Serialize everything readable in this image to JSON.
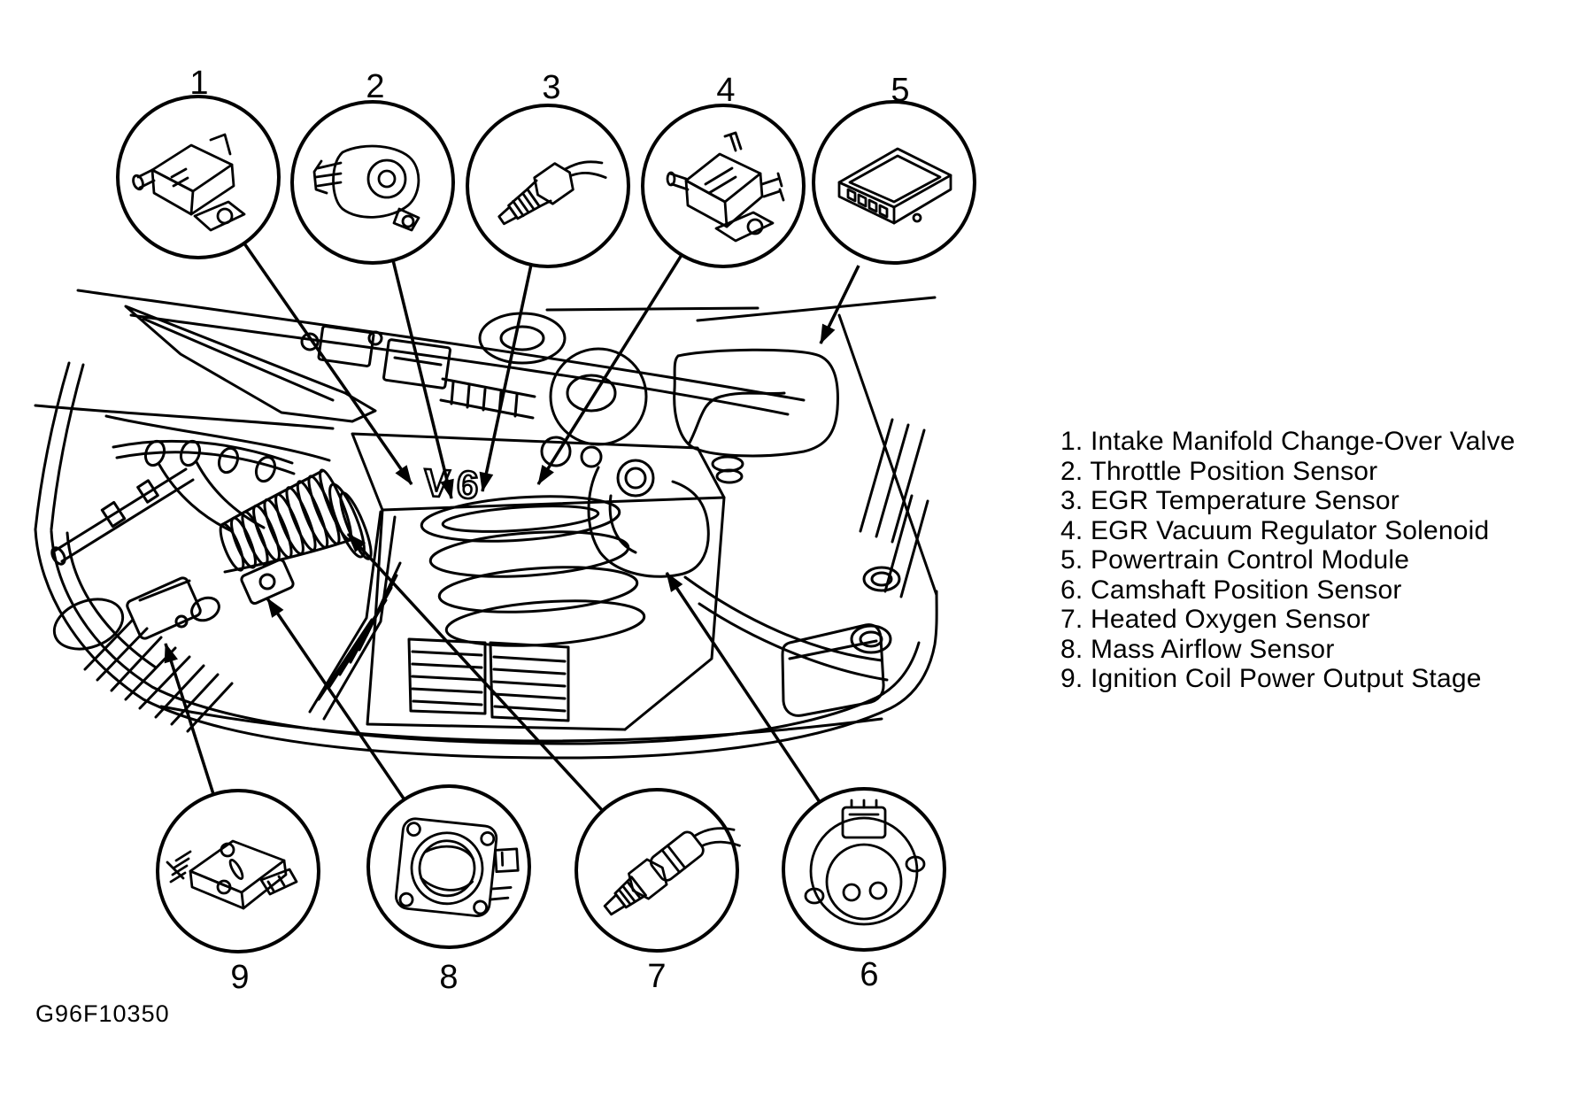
{
  "figure": {
    "code": "G96F10350",
    "engine_badge": "V6"
  },
  "legend": {
    "items": [
      "1. Intake Manifold Change-Over Valve",
      "2. Throttle Position Sensor",
      "3. EGR Temperature Sensor",
      "4. EGR Vacuum Regulator Solenoid",
      "5. Powertrain Control Module",
      "6. Camshaft Position Sensor",
      "7. Heated Oxygen Sensor",
      "8. Mass Airflow Sensor",
      "9. Ignition Coil Power Output Stage"
    ]
  },
  "callouts": [
    {
      "num": "1",
      "label": "Intake Manifold Change-Over Valve"
    },
    {
      "num": "2",
      "label": "Throttle Position Sensor"
    },
    {
      "num": "3",
      "label": "EGR Temperature Sensor"
    },
    {
      "num": "4",
      "label": "EGR Vacuum Regulator Solenoid"
    },
    {
      "num": "5",
      "label": "Powertrain Control Module"
    },
    {
      "num": "6",
      "label": "Camshaft Position Sensor"
    },
    {
      "num": "7",
      "label": "Heated Oxygen Sensor"
    },
    {
      "num": "8",
      "label": "Mass Airflow Sensor"
    },
    {
      "num": "9",
      "label": "Ignition Coil Power Output Stage"
    }
  ]
}
